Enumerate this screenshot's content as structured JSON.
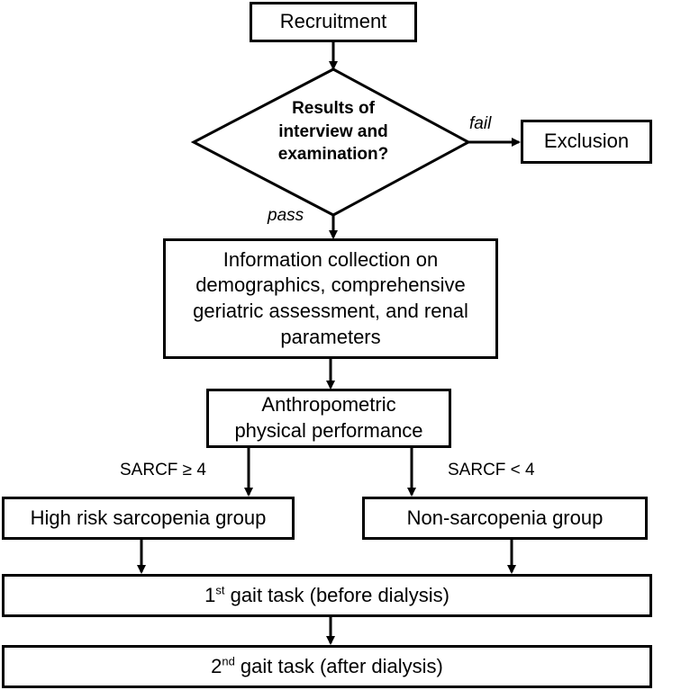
{
  "nodes": {
    "recruitment": "Recruitment",
    "decision_line1": "Results of",
    "decision_line2": "interview and",
    "decision_line3": "examination?",
    "exclusion": "Exclusion",
    "info_line1": "Information collection on",
    "info_line2": "demographics, comprehensive",
    "info_line3": "geriatric assessment, and renal",
    "info_line4": "parameters",
    "anthro_line1": "Anthropometric",
    "anthro_line2": "physical performance",
    "high_risk": "High risk sarcopenia group",
    "non_sarcopenia": "Non-sarcopenia group",
    "gait1_num": "1",
    "gait1_sup": "st",
    "gait1_text": " gait task (before dialysis)",
    "gait2_num": "2",
    "gait2_sup": "nd",
    "gait2_text": " gait task (after dialysis)"
  },
  "edges": {
    "fail": "fail",
    "pass": "pass",
    "sarcf_high": "SARCF ≥ 4",
    "sarcf_low": "SARCF < 4"
  }
}
